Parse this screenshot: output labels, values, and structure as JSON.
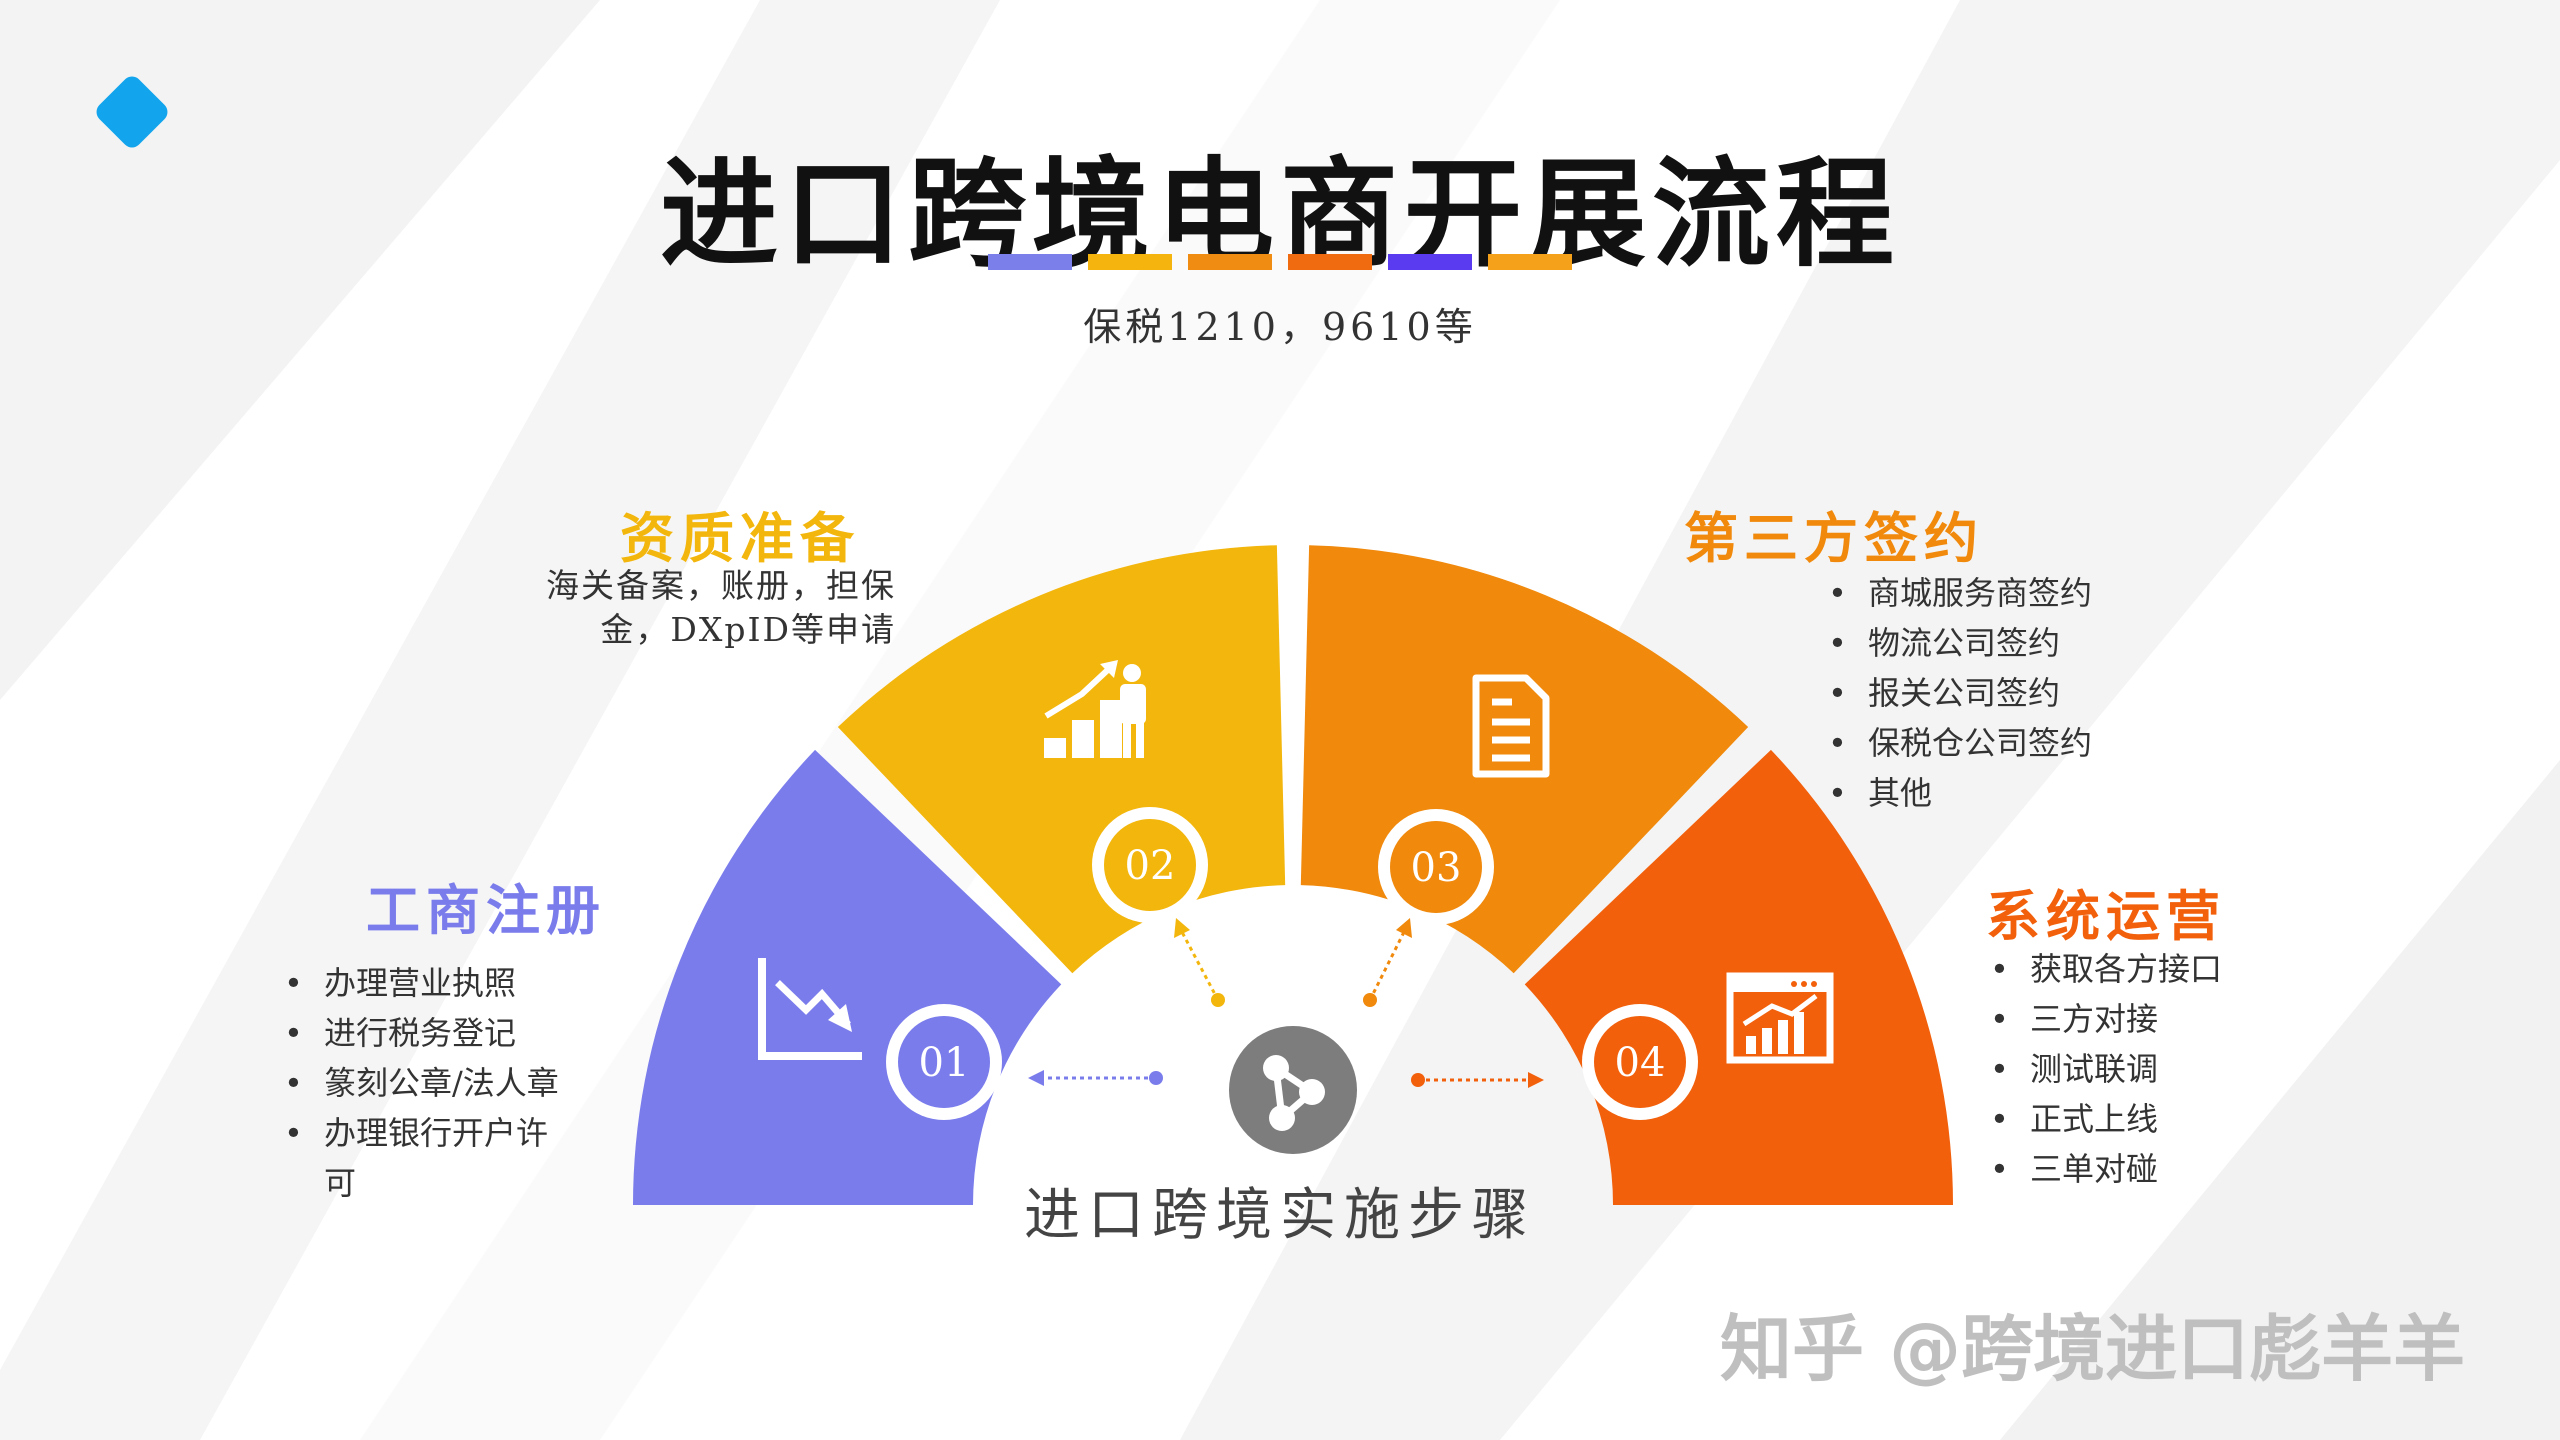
{
  "title": "进口跨境电商开展流程",
  "subtitle": "保税1210，9610等",
  "strip_colors": [
    "#7B7FEA",
    "#F5B40E",
    "#F08C12",
    "#F06A10",
    "#5B3BF0",
    "#F5A21A"
  ],
  "center": {
    "label": "进口跨境实施步骤",
    "icon": "share-icon"
  },
  "steps": [
    {
      "number": "01",
      "title": "工商注册",
      "color": "#7A7CEC",
      "icon": "chart-down-icon",
      "items": [
        "办理营业执照",
        "进行税务登记",
        "篆刻公章/法人章",
        "办理银行开户许",
        "可"
      ]
    },
    {
      "number": "02",
      "title": "资质准备",
      "color": "#F3B60C",
      "icon": "growth-person-icon",
      "desc_lines": [
        "海关备案，账册，担保",
        "金，DXpID等申请"
      ]
    },
    {
      "number": "03",
      "title": "第三方签约",
      "color": "#F0890C",
      "icon": "document-icon",
      "items": [
        "商城服务商签约",
        "物流公司签约",
        "报关公司签约",
        "保税仓公司签约",
        "其他"
      ]
    },
    {
      "number": "04",
      "title": "系统运营",
      "color": "#F2600C",
      "icon": "chart-window-icon",
      "items": [
        "获取各方接口",
        "三方对接",
        "测试联调",
        "正式上线",
        "三单对碰"
      ]
    }
  ],
  "watermark": "知乎 @跨境进口彪羊羊"
}
